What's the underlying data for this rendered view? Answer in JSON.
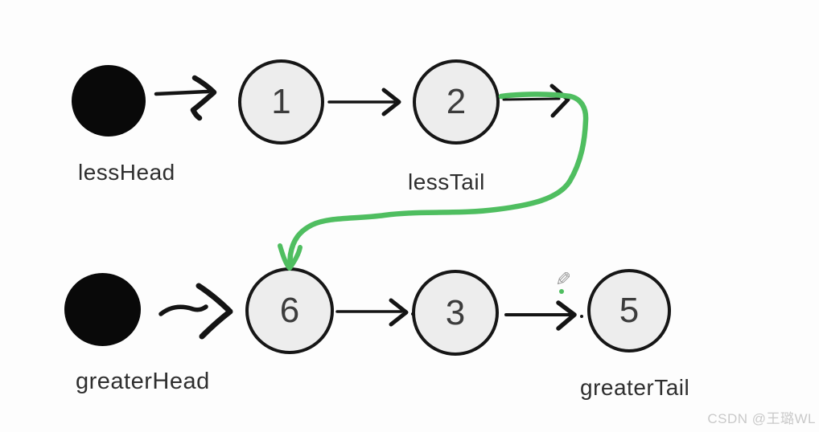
{
  "colors": {
    "background": "#fdfdfd",
    "ink": "#141414",
    "node_fill": "#ededed",
    "node_border": "#161616",
    "node_text": "#3c3c3c",
    "label_text": "#2e2e2e",
    "green_pointer": "#4fbe60",
    "watermark_text": "#c9c9c9",
    "pencil_body": "#9a9a9a"
  },
  "diagram": {
    "less_list": {
      "head_label": "lessHead",
      "tail_label": "lessTail",
      "nodes": [
        {
          "value": "1"
        },
        {
          "value": "2"
        }
      ]
    },
    "greater_list": {
      "head_label": "greaterHead",
      "tail_label": "greaterTail",
      "nodes": [
        {
          "value": "6"
        },
        {
          "value": "3"
        },
        {
          "value": "5"
        }
      ]
    }
  },
  "icons": {
    "pencil_cursor": "✎"
  },
  "watermark": "CSDN @王璐WL"
}
